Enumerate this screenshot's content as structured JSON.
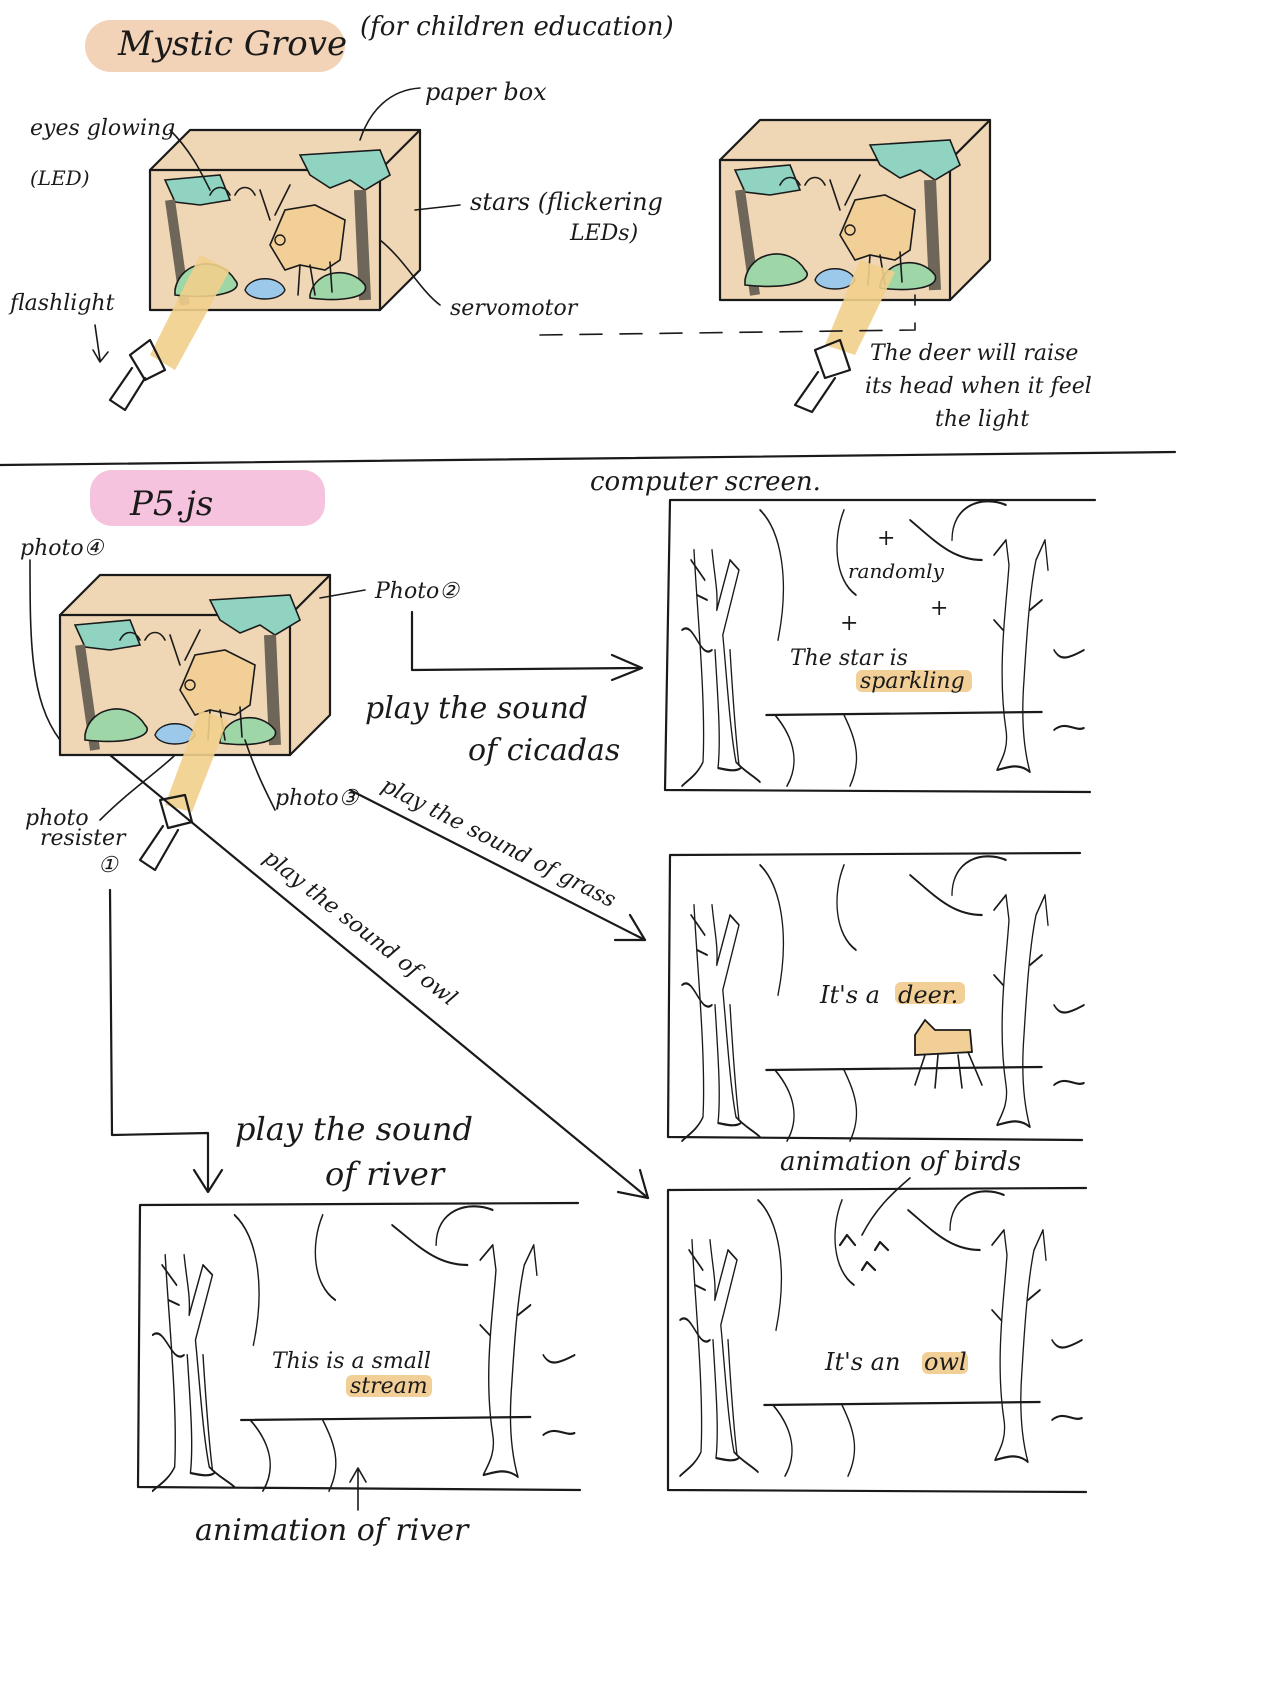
{
  "title": "Mystic Grove",
  "subtitle": "(for children education)",
  "colors": {
    "title_highlight": "#f2d3b8",
    "p5_highlight": "#f6c3de",
    "box_fill": "#efd6b5",
    "foliage": "#8fd3c0",
    "grass": "#9ed6a8",
    "water": "#9cc8ea",
    "light_beam": "#f1cf8c",
    "word_highlight": "#f3cf98"
  },
  "top_section": {
    "labels": {
      "paper_box": "paper box",
      "eyes_glowing": "eyes glowing",
      "led": "(LED)",
      "stars_1": "stars (flickering",
      "stars_2": "LEDs)",
      "flashlight": "flashlight",
      "servomotor": "servomotor"
    },
    "note_lines": [
      "The deer will raise",
      "its head when it feel",
      "the light"
    ]
  },
  "bottom_section": {
    "p5_label": "P5.js",
    "computer_screen": "computer screen.",
    "photo4": "photo④",
    "photo2": "Photo②",
    "photo3": "photo③",
    "photo_resister_1": "photo",
    "photo_resister_2": "resister",
    "photo_resister_num": "①",
    "sound_cicadas_1": "play the sound",
    "sound_cicadas_2": "of cicadas",
    "sound_grass": "play the sound of grass",
    "sound_owl": "play the sound of owl",
    "sound_river_1": "play the sound",
    "sound_river_2": "of river",
    "screens": {
      "stars": {
        "randomly": "randomly",
        "line1": "The star is",
        "line2": "sparkling"
      },
      "deer": {
        "prefix": "It's a",
        "highlight": "deer."
      },
      "owl": {
        "birds_label": "animation of birds",
        "prefix": "It's an",
        "highlight": "owl"
      },
      "river": {
        "line1": "This is a small",
        "line2": "stream",
        "river_label": "animation of river"
      }
    }
  }
}
